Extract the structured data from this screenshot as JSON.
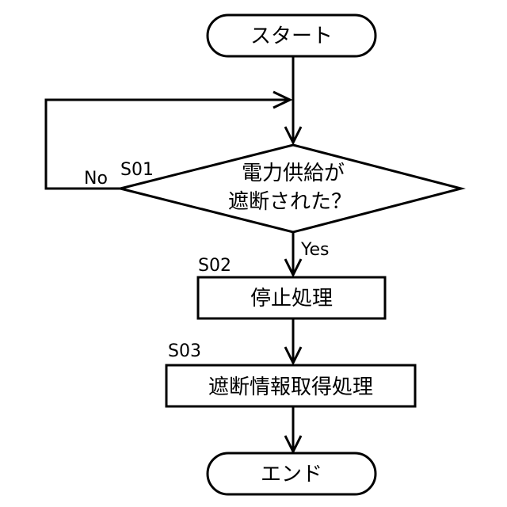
{
  "nodes": {
    "start": {
      "label": "スタート"
    },
    "decision": {
      "line1": "電力供給が",
      "line2": "遮断された？",
      "step": "S01"
    },
    "stop": {
      "label": "停止処理",
      "step": "S02"
    },
    "info": {
      "label": "遮断情報取得処理",
      "step": "S03"
    },
    "end": {
      "label": "エンド"
    }
  },
  "branches": {
    "yes": "Yes",
    "no": "No"
  },
  "colors": {
    "line": "#000000",
    "fill": "#ffffff"
  }
}
